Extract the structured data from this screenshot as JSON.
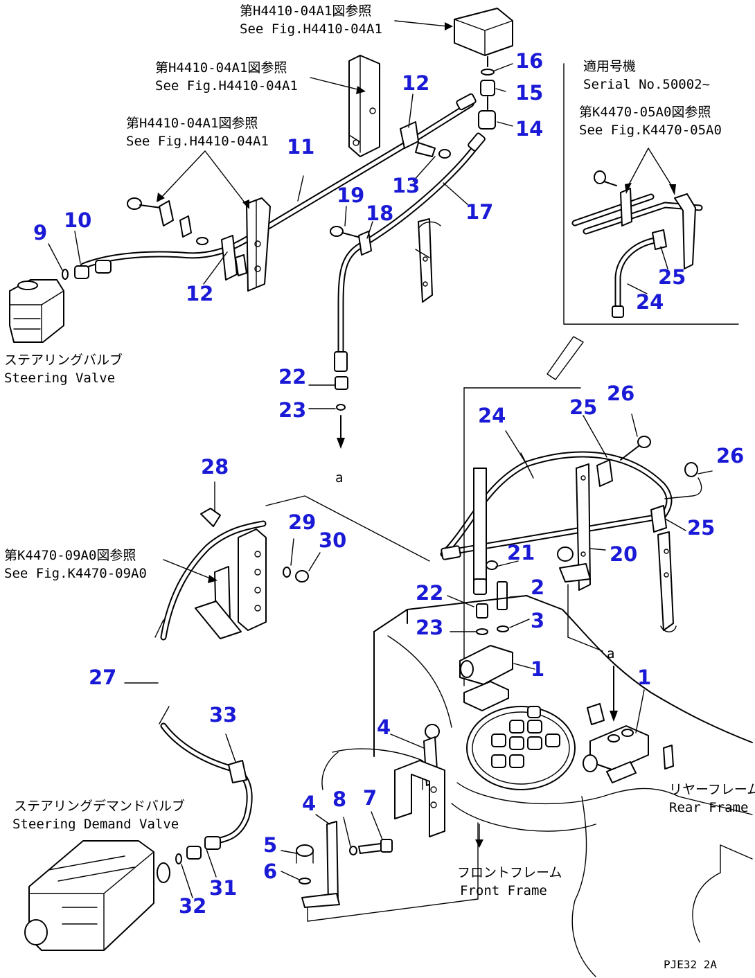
{
  "notes": {
    "ref_h4410_top_jp": "第H4410-04A1図参照",
    "ref_h4410_top_en": "See Fig.H4410-04A1",
    "ref_h4410_mid_jp": "第H4410-04A1図参照",
    "ref_h4410_mid_en": "See Fig.H4410-04A1",
    "ref_h4410_left_jp": "第H4410-04A1図参照",
    "ref_h4410_left_en": "See Fig.H4410-04A1",
    "serial_jp": "適用号機",
    "serial_en": "Serial No.50002~",
    "ref_k4470_05_jp": "第K4470-05A0図参照",
    "ref_k4470_05_en": "See Fig.K4470-05A0",
    "ref_k4470_09_jp": "第K4470-09A0図参照",
    "ref_k4470_09_en": "See Fig.K4470-09A0",
    "steering_valve_jp": "ステアリングバルブ",
    "steering_valve_en": "Steering Valve",
    "demand_valve_jp": "ステアリングデマンドバルブ",
    "demand_valve_en": "Steering Demand Valve",
    "rear_frame_jp": "リヤーフレーム",
    "rear_frame_en": "Rear Frame",
    "front_frame_jp": "フロントフレーム",
    "front_frame_en": "Front Frame",
    "connector_a_1": "a",
    "connector_a_2": "a",
    "figure_code": "PJE32 2A"
  },
  "callouts": [
    "16",
    "15",
    "14",
    "12",
    "13",
    "11",
    "19",
    "18",
    "17",
    "9",
    "10",
    "12",
    "22",
    "23",
    "24",
    "25",
    "26",
    "26",
    "25",
    "28",
    "29",
    "30",
    "21",
    "20",
    "22",
    "2",
    "23",
    "3",
    "27",
    "1",
    "1",
    "33",
    "4",
    "4",
    "8",
    "7",
    "5",
    "6",
    "31",
    "32",
    "25",
    "24"
  ]
}
